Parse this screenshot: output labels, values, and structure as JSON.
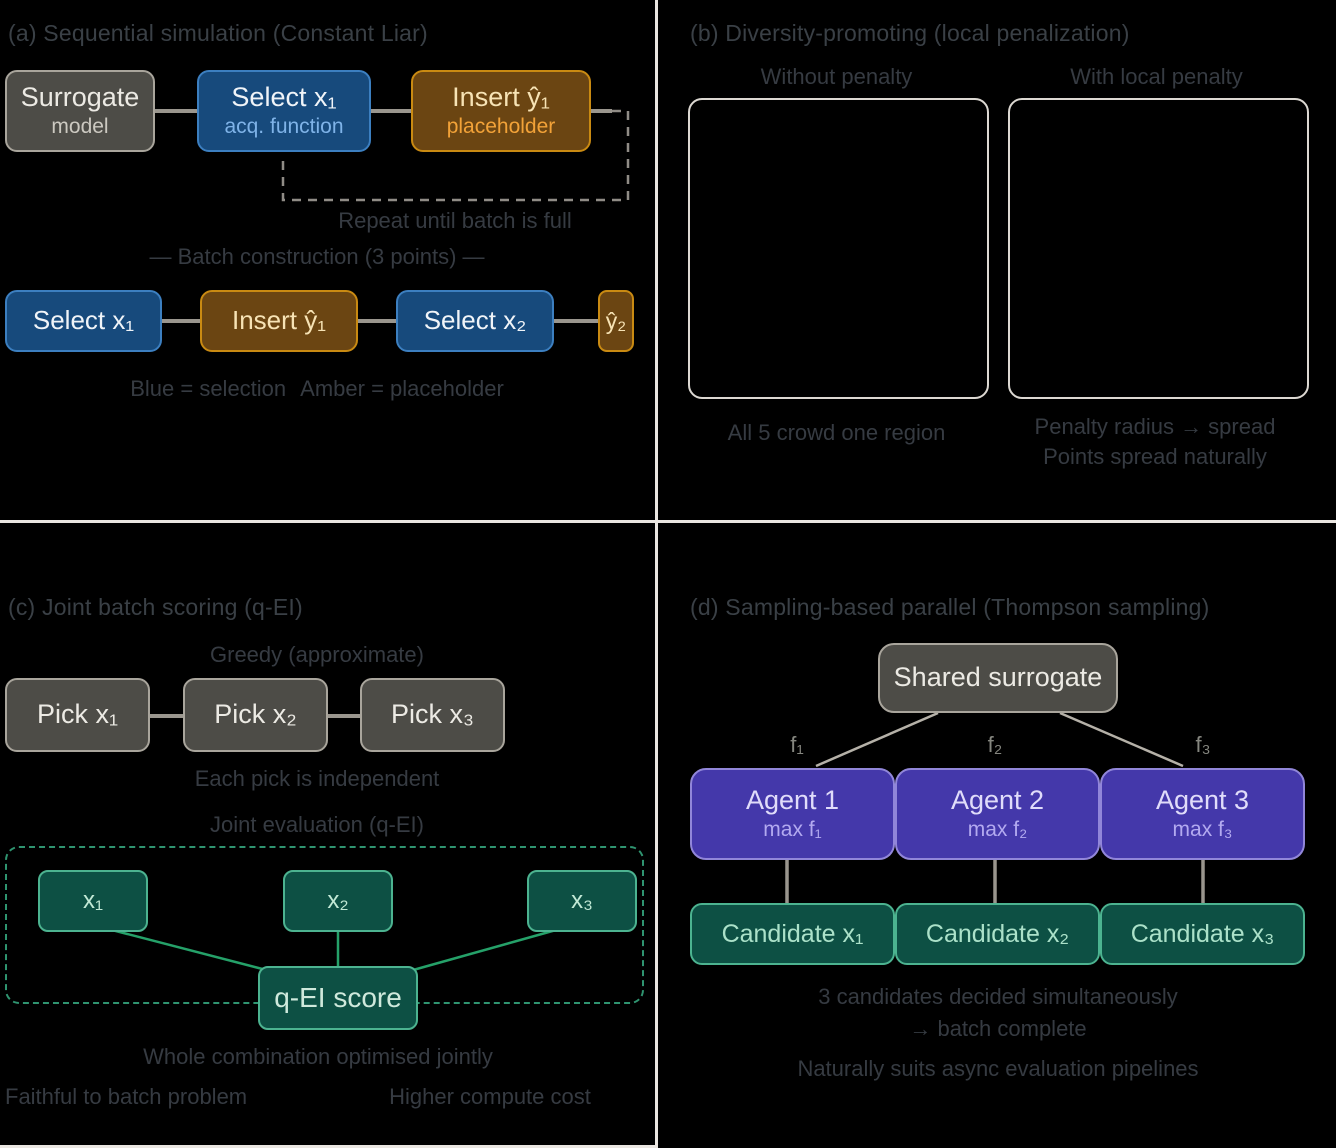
{
  "panel_a": {
    "title": "(a) Sequential simulation (Constant Liar)",
    "flow1": [
      {
        "title": "Surrogate",
        "sub": "model"
      },
      {
        "title": "Select x₁",
        "sub": "acq. function"
      },
      {
        "title": "Insert ŷ₁",
        "sub": "placeholder"
      }
    ],
    "loop_label": "Repeat until batch is full",
    "batch_label": "— Batch construction (3 points) —",
    "flow2": [
      "Select x₁",
      "Insert ŷ₁",
      "Select x₂",
      "ŷ₂"
    ],
    "legend": {
      "blue": "Blue = selection",
      "amber": "Amber = placeholder"
    }
  },
  "panel_b": {
    "title": "(b) Diversity-promoting (local penalization)",
    "left": {
      "label": "Without penalty",
      "caption": "All 5 crowd one region"
    },
    "right": {
      "label": "With local penalty",
      "caption_line1": "Penalty radius → spread",
      "caption_line2": "Points spread naturally"
    }
  },
  "panel_c": {
    "title": "(c) Joint batch scoring (q-EI)",
    "greedy_label": "Greedy (approximate)",
    "picks": [
      "Pick x₁",
      "Pick x₂",
      "Pick x₃"
    ],
    "greedy_caption": "Each pick is independent",
    "joint_label": "Joint evaluation (q-EI)",
    "xs": [
      "x₁",
      "x₂",
      "x₃"
    ],
    "score_label": "q-EI score",
    "caption": "Whole combination optimised jointly",
    "pro": "Faithful to batch problem",
    "con": "Higher compute cost"
  },
  "panel_d": {
    "title": "(d) Sampling-based parallel (Thompson sampling)",
    "surrogate_label": "Shared surrogate",
    "sample_labels": [
      "f₁",
      "f₂",
      "f₃"
    ],
    "agents": [
      {
        "title": "Agent 1",
        "sub": "max f₁"
      },
      {
        "title": "Agent 2",
        "sub": "max f₂"
      },
      {
        "title": "Agent 3",
        "sub": "max f₃"
      }
    ],
    "candidates": [
      "Candidate x₁",
      "Candidate x₂",
      "Candidate x₃"
    ],
    "caption_line1": "3 candidates decided simultaneously",
    "caption_line2": "→ batch complete",
    "caption_line3": "Naturally suits async evaluation pipelines"
  },
  "colors": {
    "background": "#000000",
    "selection_blue": "#174a7c",
    "placeholder_amber": "#6b4512",
    "surrogate_gray": "#4d4c47",
    "joint_teal": "#0d5044",
    "agent_purple": "#4438aa",
    "penalty_orange": "#e0663a",
    "observation_dot_blue": "#2065ab",
    "region_fill": "#e9f1fc"
  }
}
